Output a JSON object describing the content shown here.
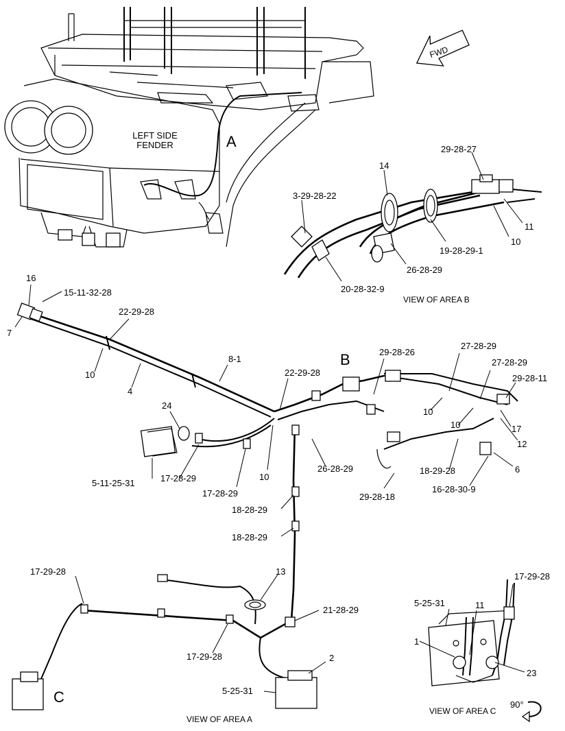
{
  "annotations": {
    "fender": [
      "LEFT SIDE",
      "FENDER"
    ],
    "area_markers": {
      "a": "A",
      "b": "B",
      "c": "C"
    },
    "fwd": "FWD",
    "rotation": "90°",
    "views": {
      "area_a": "VIEW OF AREA  A",
      "area_b": "VIEW OF AREA B",
      "area_c": "VIEW OF AREA C"
    }
  },
  "callouts": {
    "b_29_28_27": "29-28-27",
    "b_14": "14",
    "b_3_29_28_22": "3-29-28-22",
    "b_11": "11",
    "b_10": "10",
    "b_19_28_29_1": "19-28-29-1",
    "b_26_28_29": "26-28-29",
    "b_20_28_32_9": "20-28-32-9",
    "a_16": "16",
    "a_15_11_32_28": "15-11-32-28",
    "a_7": "7",
    "a_22_29_28_top": "22-29-28",
    "a_10_left": "10",
    "a_4": "4",
    "a_8_1": "8-1",
    "a_22_29_28_mid": "22-29-28",
    "a_29_28_26": "29-28-26",
    "a_27_28_29_a": "27-28-29",
    "a_27_28_29_b": "27-28-29",
    "a_29_28_11": "29-28-11",
    "a_10_right": "10",
    "a_10_right2": "10",
    "a_17": "17",
    "a_12": "12",
    "a_24": "24",
    "a_26_28_29": "26-28-29",
    "a_18_29_28": "18-29-28",
    "a_6": "6",
    "a_16_28_30_9": "16-28-30-9",
    "a_29_28_18": "29-28-18",
    "a_5_11_25_31": "5-11-25-31",
    "a_17_28_29_a": "17-28-29",
    "a_17_28_29_b": "17-28-29",
    "a_10_center": "10",
    "a_18_28_29_a": "18-28-29",
    "a_18_28_29_b": "18-28-29",
    "a_17_29_28_a": "17-29-28",
    "a_13": "13",
    "a_21_28_29": "21-28-29",
    "a_17_29_28_b": "17-29-28",
    "a_2": "2",
    "a_5_25_31": "5-25-31",
    "c_17_29_28": "17-29-28",
    "c_5_25_31": "5-25-31",
    "c_11": "11",
    "c_1": "1",
    "c_23": "23"
  }
}
